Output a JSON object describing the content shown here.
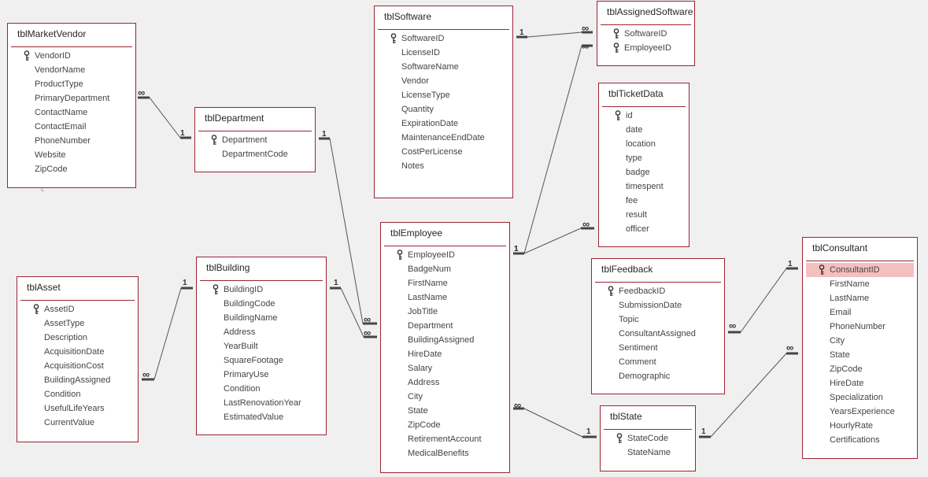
{
  "symbols": {
    "one": "1",
    "many": "∞",
    "key_icon": "primary-key-icon"
  },
  "stray_mark": "L",
  "colors": {
    "table_border": "#9b2335",
    "selected_row": "#f4bfbf",
    "line": "#555555"
  },
  "tables": [
    {
      "id": "tblMarketVendor",
      "title": "tblMarketVendor",
      "fields": [
        {
          "name": "VendorID",
          "key": true
        },
        {
          "name": "VendorName"
        },
        {
          "name": "ProductType"
        },
        {
          "name": "PrimaryDepartment"
        },
        {
          "name": "ContactName"
        },
        {
          "name": "ContactEmail"
        },
        {
          "name": "PhoneNumber"
        },
        {
          "name": "Website"
        },
        {
          "name": "ZipCode"
        }
      ]
    },
    {
      "id": "tblDepartment",
      "title": "tblDepartment",
      "fields": [
        {
          "name": "Department",
          "key": true
        },
        {
          "name": "DepartmentCode"
        }
      ]
    },
    {
      "id": "tblSoftware",
      "title": "tblSoftware",
      "fields": [
        {
          "name": "SoftwareID",
          "key": true
        },
        {
          "name": "LicenseID"
        },
        {
          "name": "SoftwareName"
        },
        {
          "name": "Vendor"
        },
        {
          "name": "LicenseType"
        },
        {
          "name": "Quantity"
        },
        {
          "name": "ExpirationDate"
        },
        {
          "name": "MaintenanceEndDate"
        },
        {
          "name": "CostPerLicense"
        },
        {
          "name": "Notes"
        }
      ]
    },
    {
      "id": "tblAssignedSoftware",
      "title": "tblAssignedSoftware",
      "fields": [
        {
          "name": "SoftwareID",
          "key": true
        },
        {
          "name": "EmployeeID",
          "key": true
        }
      ]
    },
    {
      "id": "tblTicketData",
      "title": "tblTicketData",
      "fields": [
        {
          "name": "id",
          "key": true
        },
        {
          "name": "date"
        },
        {
          "name": "location"
        },
        {
          "name": "type"
        },
        {
          "name": "badge"
        },
        {
          "name": "timespent"
        },
        {
          "name": "fee"
        },
        {
          "name": "result"
        },
        {
          "name": "officer"
        }
      ]
    },
    {
      "id": "tblAsset",
      "title": "tblAsset",
      "fields": [
        {
          "name": "AssetID",
          "key": true
        },
        {
          "name": "AssetType"
        },
        {
          "name": "Description"
        },
        {
          "name": "AcquisitionDate"
        },
        {
          "name": "AcquisitionCost"
        },
        {
          "name": "BuildingAssigned"
        },
        {
          "name": "Condition"
        },
        {
          "name": "UsefulLifeYears"
        },
        {
          "name": "CurrentValue"
        }
      ]
    },
    {
      "id": "tblBuilding",
      "title": "tblBuilding",
      "fields": [
        {
          "name": "BuildingID",
          "key": true
        },
        {
          "name": "BuildingCode"
        },
        {
          "name": "BuildingName"
        },
        {
          "name": "Address"
        },
        {
          "name": "YearBuilt"
        },
        {
          "name": "SquareFootage"
        },
        {
          "name": "PrimaryUse"
        },
        {
          "name": "Condition"
        },
        {
          "name": "LastRenovationYear"
        },
        {
          "name": "EstimatedValue"
        }
      ]
    },
    {
      "id": "tblEmployee",
      "title": "tblEmployee",
      "fields": [
        {
          "name": "EmployeeID",
          "key": true
        },
        {
          "name": "BadgeNum"
        },
        {
          "name": "FirstName"
        },
        {
          "name": "LastName"
        },
        {
          "name": "JobTitle"
        },
        {
          "name": "Department"
        },
        {
          "name": "BuildingAssigned"
        },
        {
          "name": "HireDate"
        },
        {
          "name": "Salary"
        },
        {
          "name": "Address"
        },
        {
          "name": "City"
        },
        {
          "name": "State"
        },
        {
          "name": "ZipCode"
        },
        {
          "name": "RetirementAccount"
        },
        {
          "name": "MedicalBenefits"
        }
      ]
    },
    {
      "id": "tblFeedback",
      "title": "tblFeedback",
      "fields": [
        {
          "name": "FeedbackID",
          "key": true
        },
        {
          "name": "SubmissionDate"
        },
        {
          "name": "Topic"
        },
        {
          "name": "ConsultantAssigned"
        },
        {
          "name": "Sentiment"
        },
        {
          "name": "Comment"
        },
        {
          "name": "Demographic"
        }
      ]
    },
    {
      "id": "tblState",
      "title": "tblState",
      "fields": [
        {
          "name": "StateCode",
          "key": true
        },
        {
          "name": "StateName"
        }
      ]
    },
    {
      "id": "tblConsultant",
      "title": "tblConsultant",
      "fields": [
        {
          "name": "ConsultantID",
          "key": true,
          "selected": true
        },
        {
          "name": "FirstName"
        },
        {
          "name": "LastName"
        },
        {
          "name": "Email"
        },
        {
          "name": "PhoneNumber"
        },
        {
          "name": "City"
        },
        {
          "name": "State"
        },
        {
          "name": "ZipCode"
        },
        {
          "name": "HireDate"
        },
        {
          "name": "Specialization"
        },
        {
          "name": "YearsExperience"
        },
        {
          "name": "HourlyRate"
        },
        {
          "name": "Certifications"
        }
      ]
    }
  ],
  "relationships": [
    {
      "from": "tblMarketVendor",
      "from_card": "many",
      "to": "tblDepartment",
      "to_card": "one"
    },
    {
      "from": "tblDepartment",
      "from_card": "one",
      "to": "tblEmployee",
      "to_card": "many"
    },
    {
      "from": "tblSoftware",
      "from_card": "one",
      "to": "tblAssignedSoftware",
      "to_card": "many"
    },
    {
      "from": "tblEmployee",
      "from_card": "one",
      "to": "tblAssignedSoftware",
      "to_card": "many"
    },
    {
      "from": "tblEmployee",
      "from_card": "one",
      "to": "tblTicketData",
      "to_card": "many"
    },
    {
      "from": "tblAsset",
      "from_card": "many",
      "to": "tblBuilding",
      "to_card": "one"
    },
    {
      "from": "tblBuilding",
      "from_card": "one",
      "to": "tblEmployee",
      "to_card": "many"
    },
    {
      "from": "tblEmployee",
      "from_card": "many",
      "to": "tblState",
      "to_card": "one"
    },
    {
      "from": "tblFeedback",
      "from_card": "many",
      "to": "tblConsultant",
      "to_card": "one"
    },
    {
      "from": "tblState",
      "from_card": "one",
      "to": "tblConsultant",
      "to_card": "many"
    }
  ]
}
